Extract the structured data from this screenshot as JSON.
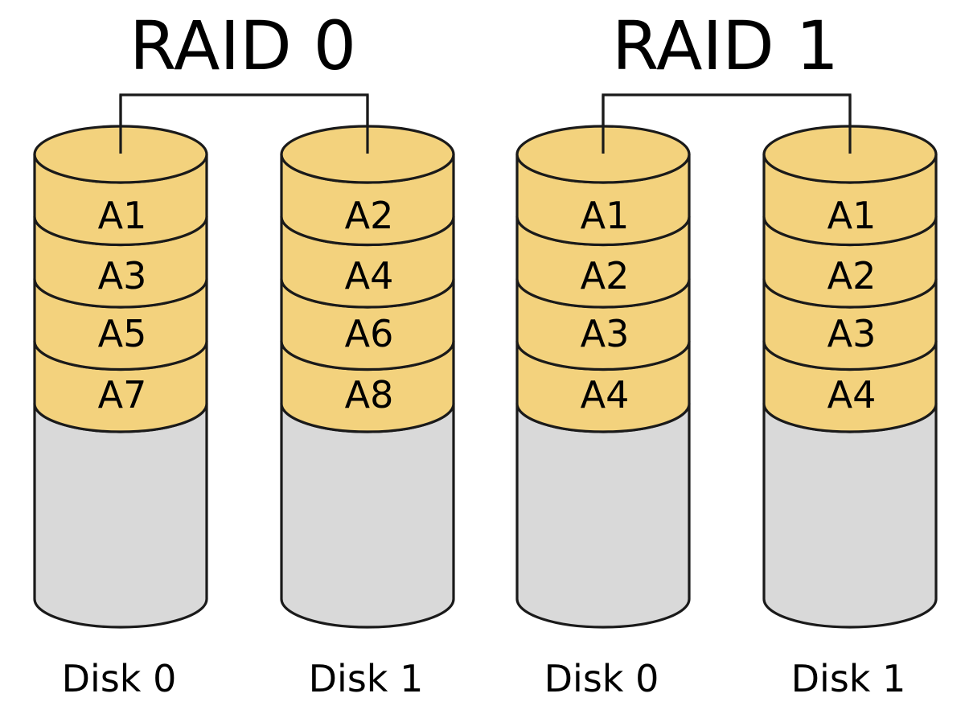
{
  "colors": {
    "data_block": "#f3d27d",
    "empty_space": "#d9d9d9",
    "stroke": "#1a1a1a"
  },
  "arrays": [
    {
      "title": "RAID 0",
      "disks": [
        {
          "label": "Disk 0",
          "blocks": [
            "A1",
            "A3",
            "A5",
            "A7"
          ]
        },
        {
          "label": "Disk 1",
          "blocks": [
            "A2",
            "A4",
            "A6",
            "A8"
          ]
        }
      ]
    },
    {
      "title": "RAID 1",
      "disks": [
        {
          "label": "Disk 0",
          "blocks": [
            "A1",
            "A2",
            "A3",
            "A4"
          ]
        },
        {
          "label": "Disk 1",
          "blocks": [
            "A1",
            "A2",
            "A3",
            "A4"
          ]
        }
      ]
    }
  ]
}
